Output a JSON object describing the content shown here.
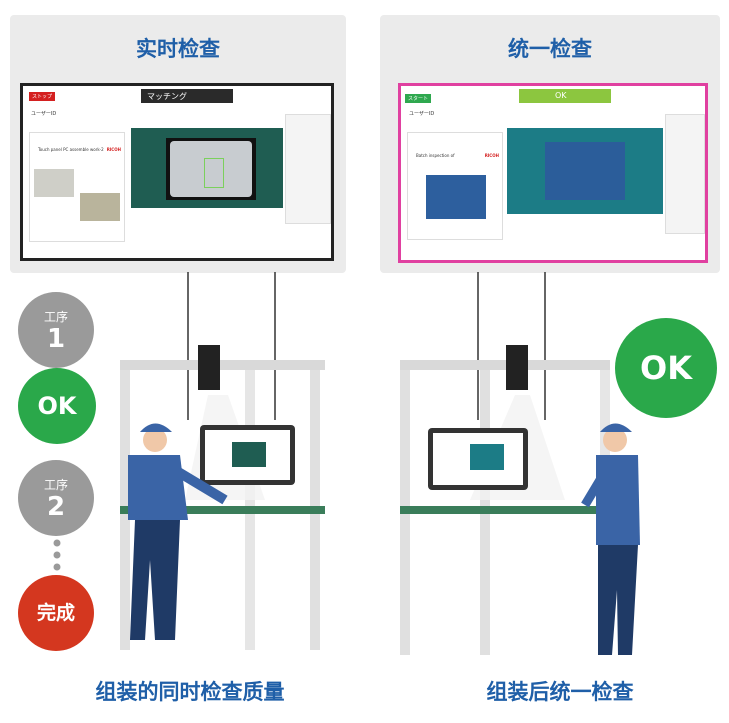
{
  "left": {
    "title": "实时检查",
    "screen": {
      "stop_button": "ストップ",
      "status_banner": "マッチング",
      "user_id_label": "ユーザーID",
      "work_title": "Touch panel PC assemble work-2",
      "brand": "RICOH"
    },
    "process_steps": [
      {
        "label": "工序",
        "number": "1",
        "color": "#9a9a9a"
      },
      {
        "label": "OK",
        "color": "#2aa84a"
      },
      {
        "label": "工序",
        "number": "2",
        "color": "#9a9a9a"
      },
      {
        "label": "完成",
        "color": "#d4371f"
      }
    ],
    "caption": "组装的同时检查质量"
  },
  "right": {
    "title": "统一检查",
    "screen": {
      "start_button": "スタート",
      "status_banner": "OK",
      "user_id_label": "ユーザーID",
      "work_title": "Batch inspection of",
      "brand": "RICOH"
    },
    "result_bubble": {
      "label": "OK",
      "color": "#2aa84a"
    },
    "caption": "组装后统一检查"
  },
  "colors": {
    "title": "#1f5fa8",
    "frame": "#888888",
    "table": "#3a7d5a",
    "worker": "#3a64a6"
  }
}
